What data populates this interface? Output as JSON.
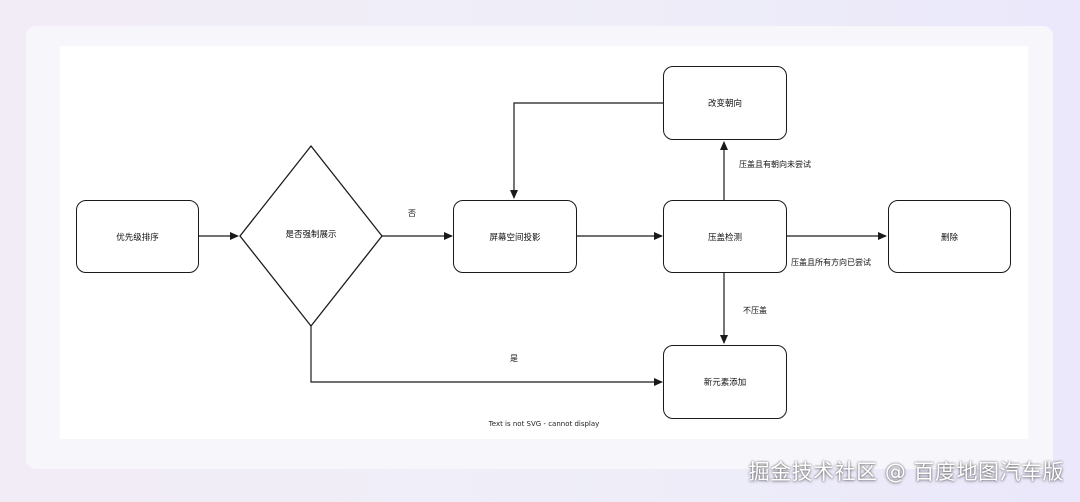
{
  "nodes": {
    "priority_sort": "优先级排序",
    "force_display": "是否强制展示",
    "screen_projection": "屏幕空间投影",
    "overlap_check": "压盖检测",
    "change_orientation": "改变朝向",
    "delete": "删除",
    "add_new_element": "新元素添加"
  },
  "edge_labels": {
    "no": "否",
    "yes": "是",
    "overlap_untried": "压盖且有朝向未尝试",
    "overlap_all_tried": "压盖且所有方向已尝试",
    "no_overlap": "不压盖"
  },
  "footer_note": "Text is not SVG - cannot display",
  "watermark": "掘金技术社区 @ 百度地图汽车版",
  "colors": {
    "stroke": "#1a1a1a",
    "canvas": "#ffffff",
    "card": "#f7f6fb"
  }
}
